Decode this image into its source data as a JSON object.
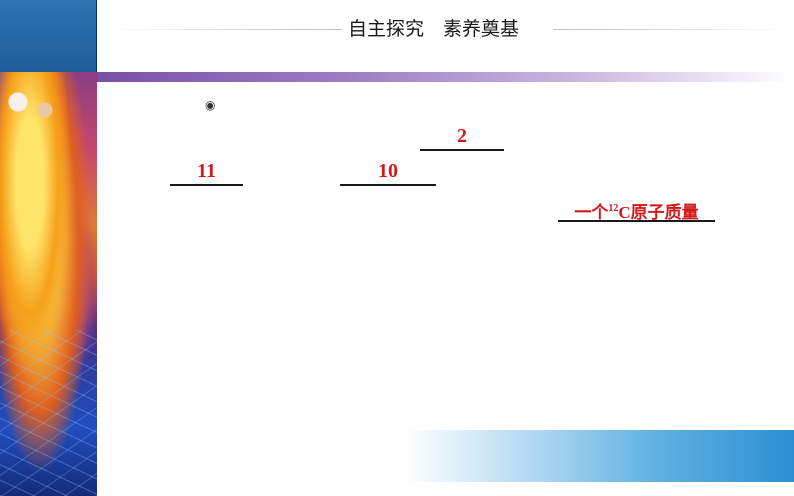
{
  "header": {
    "title": "自主探究　素养奠基"
  },
  "content": {
    "bullet": "◉",
    "blanks": {
      "answer_1": "2",
      "answer_2": "11",
      "answer_3": "10",
      "answer_4_prefix": "一个",
      "answer_4_superscript": "12",
      "answer_4_suffix": "C原子质量"
    }
  },
  "colors": {
    "answer_text": "#d11a1a",
    "header_bar": "#7a4fa8",
    "corner_block": "#2c74b5",
    "bottom_bar": "#2b8fd1"
  }
}
